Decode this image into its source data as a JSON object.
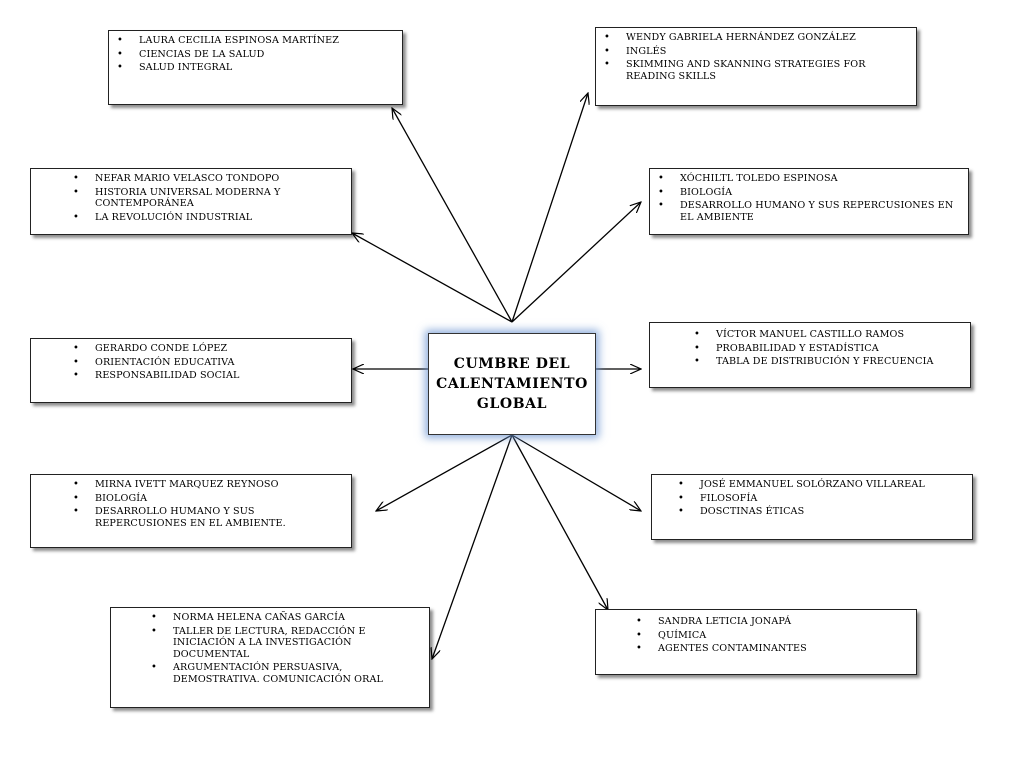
{
  "center": {
    "title": "CUMBRE DEL CALENTAMIENTO GLOBAL"
  },
  "boxes": {
    "b1": {
      "items": [
        "LAURA CECILIA ESPINOSA MARTÍNEZ",
        "CIENCIAS DE LA SALUD",
        "SALUD INTEGRAL"
      ]
    },
    "b2": {
      "items": [
        "WENDY GABRIELA HERNÁNDEZ GONZÁLEZ",
        "INGLÉS",
        "SKIMMING AND SKANNING STRATEGIES FOR READING SKILLS"
      ]
    },
    "b3": {
      "items": [
        "NEFAR MARIO VELASCO TONDOPO",
        "HISTORIA UNIVERSAL MODERNA Y CONTEMPORÁNEA",
        "LA REVOLUCIÓN INDUSTRIAL"
      ]
    },
    "b4": {
      "items": [
        "XÓCHILTL TOLEDO ESPINOSA",
        "BIOLOGÍA",
        "DESARROLLO HUMANO Y SUS REPERCUSIONES EN EL AMBIENTE"
      ]
    },
    "b5": {
      "items": [
        "GERARDO CONDE LÓPEZ",
        "ORIENTACIÓN EDUCATIVA",
        "RESPONSABILIDAD SOCIAL"
      ]
    },
    "b6": {
      "items": [
        "VÍCTOR MANUEL CASTILLO RAMOS",
        "PROBABILIDAD Y ESTADÍSTICA",
        "TABLA DE DISTRIBUCIÓN Y FRECUENCIA"
      ]
    },
    "b7": {
      "items": [
        "MIRNA IVETT MARQUEZ REYNOSO",
        "BIOLOGÍA",
        "DESARROLLO HUMANO Y SUS REPERCUSIONES EN EL AMBIENTE."
      ]
    },
    "b8": {
      "items": [
        "JOSÉ EMMANUEL SOLÓRZANO VILLAREAL",
        "FILOSOFÍA",
        "DOSCTINAS ÉTICAS"
      ]
    },
    "b9": {
      "items": [
        "NORMA HELENA CAÑAS GARCÍA",
        "TALLER DE LECTURA, REDACCIÓN E INICIACIÓN A LA INVESTIGACIÓN DOCUMENTAL",
        "ARGUMENTACIÓN PERSUASIVA, DEMOSTRATIVA. COMUNICACIÓN ORAL"
      ]
    },
    "b10": {
      "items": [
        "SANDRA LETICIA JONAPÁ",
        "QUÍMICA",
        "AGENTES CONTAMINANTES"
      ]
    }
  }
}
